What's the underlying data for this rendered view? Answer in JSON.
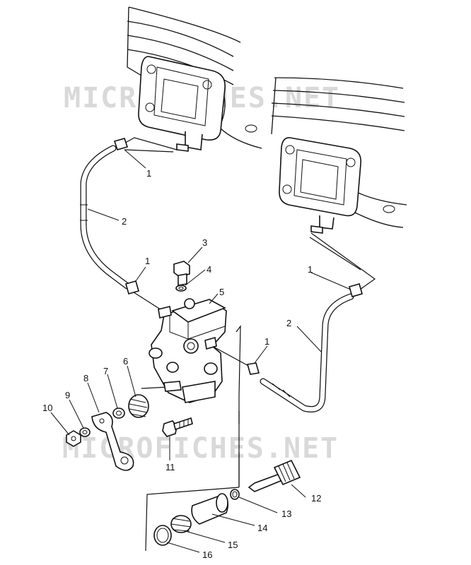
{
  "watermark": {
    "top": "MICROFICHES.NET",
    "bottom": "MICROFICHES.NET"
  },
  "callouts": {
    "c1a": "1",
    "c2a": "2",
    "c1b": "1",
    "c3": "3",
    "c4": "4",
    "c5": "5",
    "c1c": "1",
    "c2b": "2",
    "c1d": "1",
    "c6": "6",
    "c7": "7",
    "c8": "8",
    "c9": "9",
    "c10": "10",
    "c11": "11",
    "c12": "12",
    "c13": "13",
    "c14": "14",
    "c15": "15",
    "c16": "16"
  }
}
